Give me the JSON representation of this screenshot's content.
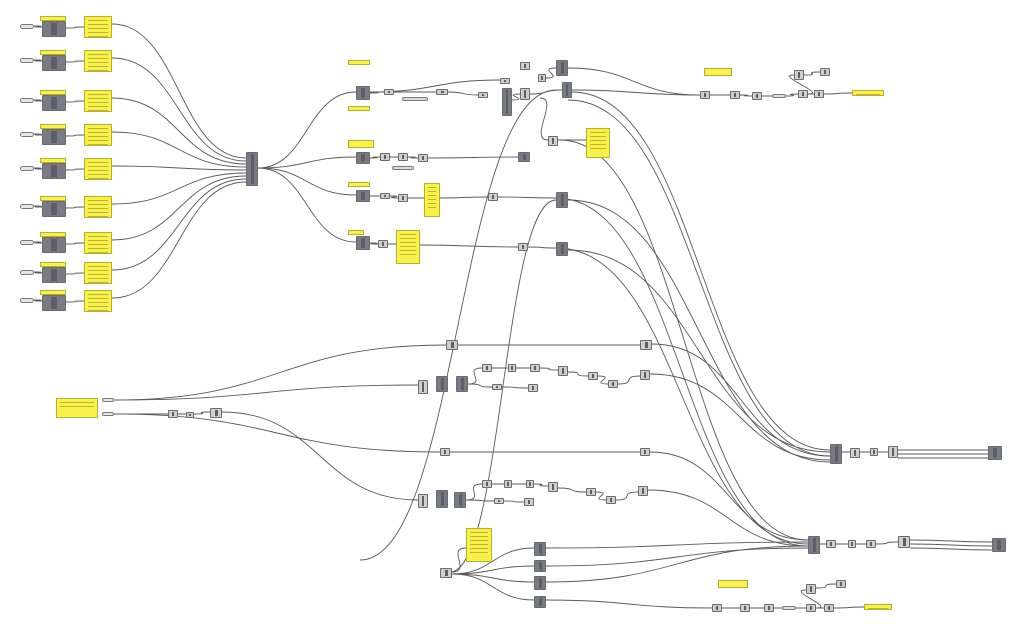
{
  "canvas": {
    "background": "#ffffff",
    "wire_color": "#5a5a5a",
    "panel_color": "#f7f14a",
    "component_color": "#cfcfcf"
  },
  "icons": [
    "grasshopper-component",
    "yellow-panel",
    "number-slider",
    "wire"
  ]
}
